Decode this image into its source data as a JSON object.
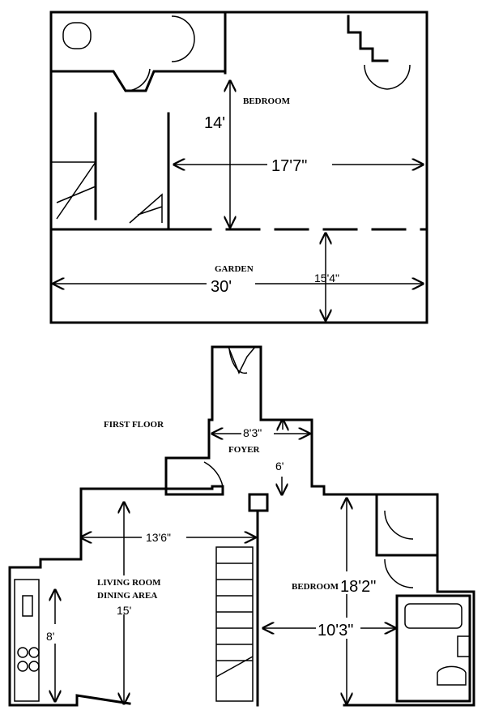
{
  "upper_floor": {
    "bedroom_label": "BEDROOM",
    "bedroom_depth": "14'",
    "bedroom_width": "17'7\"",
    "garden_label": "GARDEN",
    "garden_width": "30'",
    "garden_depth": "15'4\""
  },
  "first_floor": {
    "title": "FIRST FLOOR",
    "foyer_label": "FOYER",
    "foyer_width": "8'3\"",
    "foyer_depth": "6'",
    "living_width": "13'6\"",
    "living_label_1": "LIVING ROOM",
    "living_label_2": "DINING AREA",
    "living_depth": "15'",
    "kitchen_depth": "8'",
    "bedroom_label": "BEDROOM",
    "bedroom_depth": "18'2\"",
    "bedroom_width": "10'3\""
  }
}
